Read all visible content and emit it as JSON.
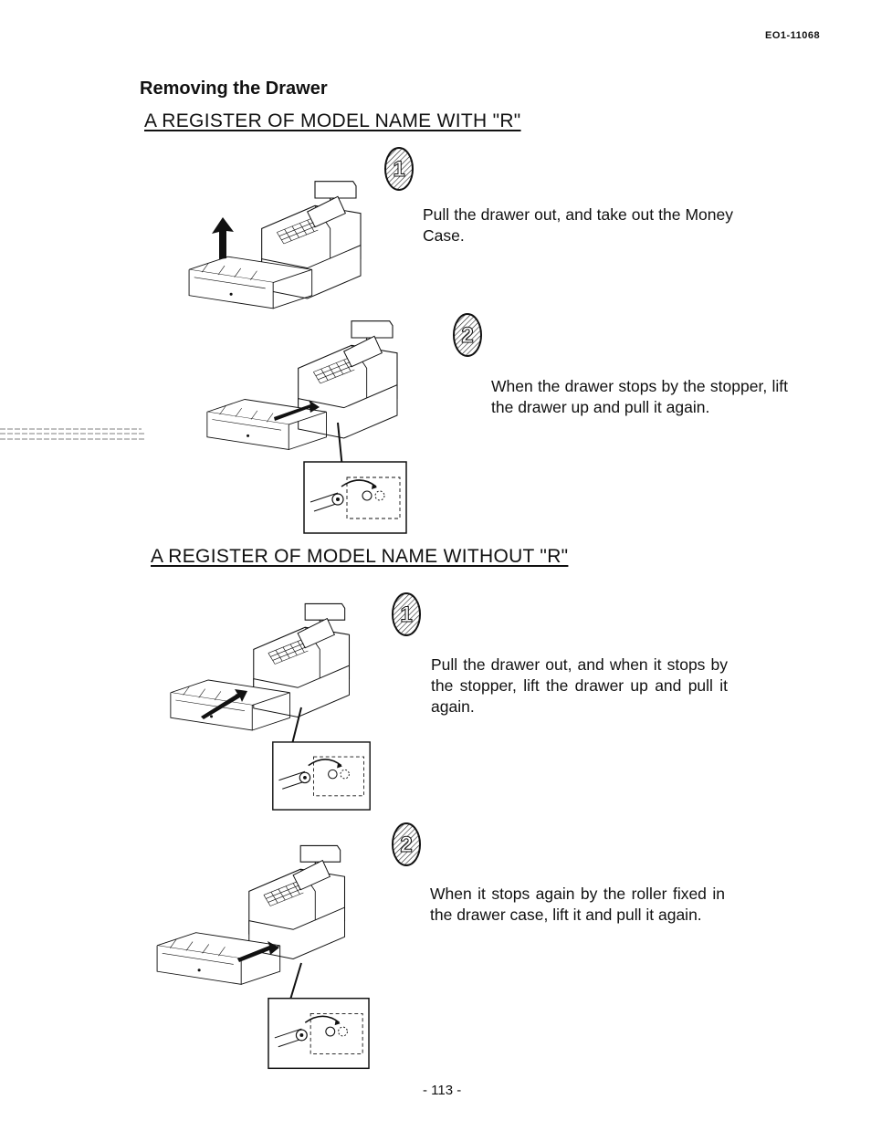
{
  "header": {
    "doc_number": "EO1-11068"
  },
  "title": "Removing the Drawer",
  "section_with_r": {
    "heading": "A REGISTER OF MODEL NAME WITH \"R\"",
    "steps": [
      {
        "number": "1",
        "text": "Pull the drawer out, and take out the Money Case."
      },
      {
        "number": "2",
        "text": "When the drawer stops by the stopper, lift the drawer up and pull it again."
      }
    ]
  },
  "section_without_r": {
    "heading": "A REGISTER OF MODEL NAME WITHOUT \"R\"",
    "steps": [
      {
        "number": "1",
        "text": "Pull the drawer out, and when it stops by the stopper, lift the drawer up and pull it again."
      },
      {
        "number": "2",
        "text": "When it stops again by the roller fixed in the drawer case, lift it and pull it again."
      }
    ]
  },
  "footer": {
    "page_number": "- 113 -"
  }
}
